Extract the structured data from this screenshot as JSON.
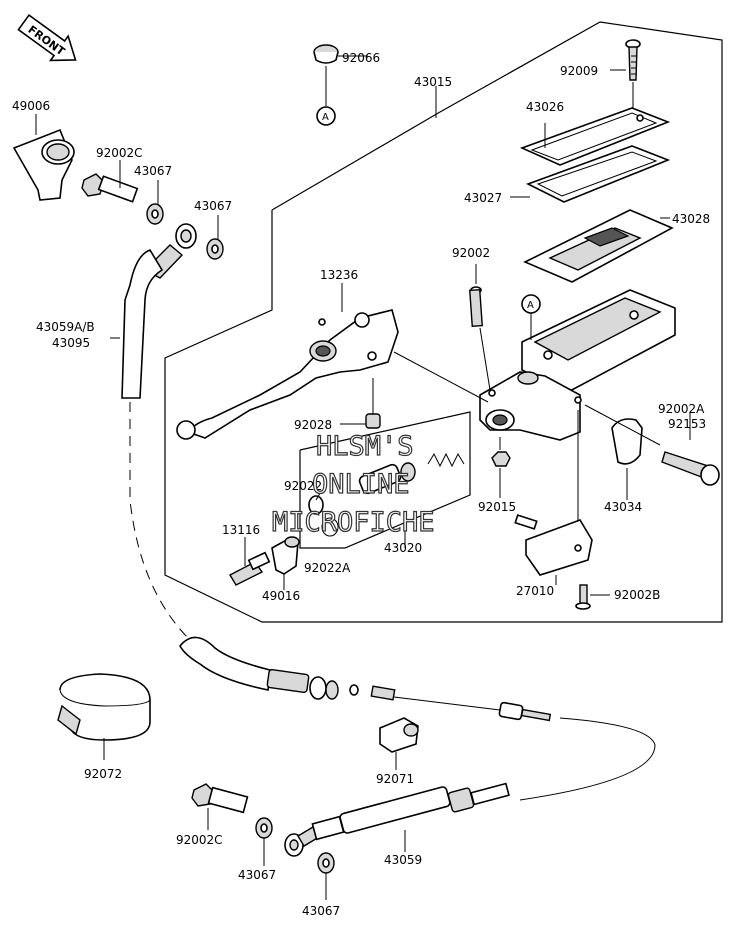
{
  "front_arrow": "FRONT",
  "callout_a": "A",
  "watermark": [
    "HLSM'S",
    "ONLINE",
    "MICROFICHE"
  ],
  "labels": {
    "p92066": "92066",
    "p43015": "43015",
    "p92009": "92009",
    "p43026": "43026",
    "p49006": "49006",
    "p92002c_top": "92002C",
    "p43067_a": "43067",
    "p43067_b": "43067",
    "p43027": "43027",
    "p43028": "43028",
    "p92002": "92002",
    "p13236": "13236",
    "p43059ab": "43059A/B",
    "p43095": "43095",
    "p92002a": "92002A",
    "p92153": "92153",
    "p92028": "92028",
    "p92022": "92022",
    "p92015": "92015",
    "p43034": "43034",
    "p13116": "13116",
    "p43020": "43020",
    "p92022a": "92022A",
    "p49016": "49016",
    "p27010": "27010",
    "p92002b": "92002B",
    "p92072": "92072",
    "p92071": "92071",
    "p92002c_bot": "92002C",
    "p43059": "43059",
    "p43067_c": "43067",
    "p43067_d": "43067"
  }
}
